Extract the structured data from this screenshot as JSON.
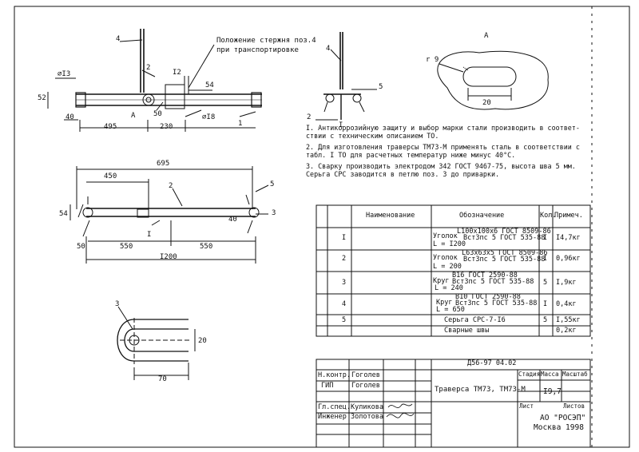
{
  "view_top": {
    "note_position": "Положение стержня поз.4",
    "note_transport": "при транспортировке",
    "callouts": [
      "4",
      "2",
      "1"
    ],
    "dims": [
      "495",
      "230",
      "40",
      "52",
      "50",
      "54",
      "I2"
    ],
    "dia13": "⌀I3",
    "dia18": "⌀I8",
    "section_label": "А"
  },
  "view_side": {
    "callouts": [
      "4",
      "5",
      "2",
      "I"
    ]
  },
  "view_a": {
    "title": "А",
    "radius": "r 9",
    "width": "20"
  },
  "notes": [
    "I. Антикоррозийную защиту и выбор марки стали производить в соответ-",
    "   ствии с техническим описанием ТО.",
    "2. Для изготовления траверсы ТМ73-М применять сталь в соответствии с",
    "   табл. I ТО для расчетных температур ниже минус 40°С.",
    "3. Сварку производить электродом 342 ГОСТ 9467-75, высота шва 5 мм.",
    "   Серьга СРС заводится в петлю поз. 3 до приварки."
  ],
  "view_plan": {
    "dims": [
      "695",
      "450",
      "550",
      "550",
      "I200",
      "54",
      "50",
      "40"
    ],
    "callouts": [
      "2",
      "5",
      "3",
      "I"
    ]
  },
  "view_loop": {
    "callout": "3",
    "dims": [
      "20",
      "70"
    ]
  },
  "table": {
    "headers": [
      "Наименование",
      "Обозначение",
      "Кол.",
      "Примеч."
    ],
    "rows": [
      {
        "pos": "I",
        "name": "Уголок",
        "line1": "L100х100х6 ГОСТ 8509-86",
        "line2": "Вст3пс 5 ГОСТ 535-88",
        "len": "L = I200",
        "qty": "I",
        "note": "I4,7кг"
      },
      {
        "pos": "2",
        "name": "Уголок",
        "line1": "L63х63х5 ГОСТ 8509-86",
        "line2": "Вст3пс 5 ГОСТ 535-88",
        "len": "L = 200",
        "qty": "I",
        "note": "0,96кг"
      },
      {
        "pos": "3",
        "name": "Круг",
        "line1": "В16 ГОСТ 2590-88",
        "line2": "Вст3пс 5 ГОСТ 535-88",
        "len": "L = 240",
        "qty": "5",
        "note": "I,9кг"
      },
      {
        "pos": "4",
        "name": "Круг",
        "line1": "В10 ГОСТ 2590-88",
        "line2": "Вст3пс 5 ГОСТ 535-88",
        "len": "L = 650",
        "qty": "I",
        "note": "0,4кг"
      },
      {
        "pos": "5",
        "name": "Серьга СРС-7-I6",
        "line1": "",
        "line2": "",
        "len": "",
        "qty": "5",
        "note": "I,55кг"
      },
      {
        "pos": "",
        "name": "Сварные швы",
        "line1": "",
        "line2": "",
        "len": "",
        "qty": "",
        "note": "0,2кг"
      }
    ]
  },
  "title_block": {
    "doc_code": "Д56-97 04.02",
    "title": "Траверса ТМ73, ТМ73-М",
    "stage_label": "Стадия",
    "mass_label": "Масса",
    "scale_label": "Масштаб",
    "mass_value": "I9,7",
    "sheet_label": "Лист",
    "sheets_label": "Листов",
    "org": "АО \"РОСЭП\"",
    "city_year": "Москва 1998",
    "staff": [
      {
        "role": "Н.контр.",
        "name": "Гоголев"
      },
      {
        "role": "ГИП",
        "name": "Гоголев"
      },
      {
        "role": "Гл.спец.",
        "name": "Куликова"
      },
      {
        "role": "Инженер",
        "name": "Золотова"
      }
    ]
  }
}
